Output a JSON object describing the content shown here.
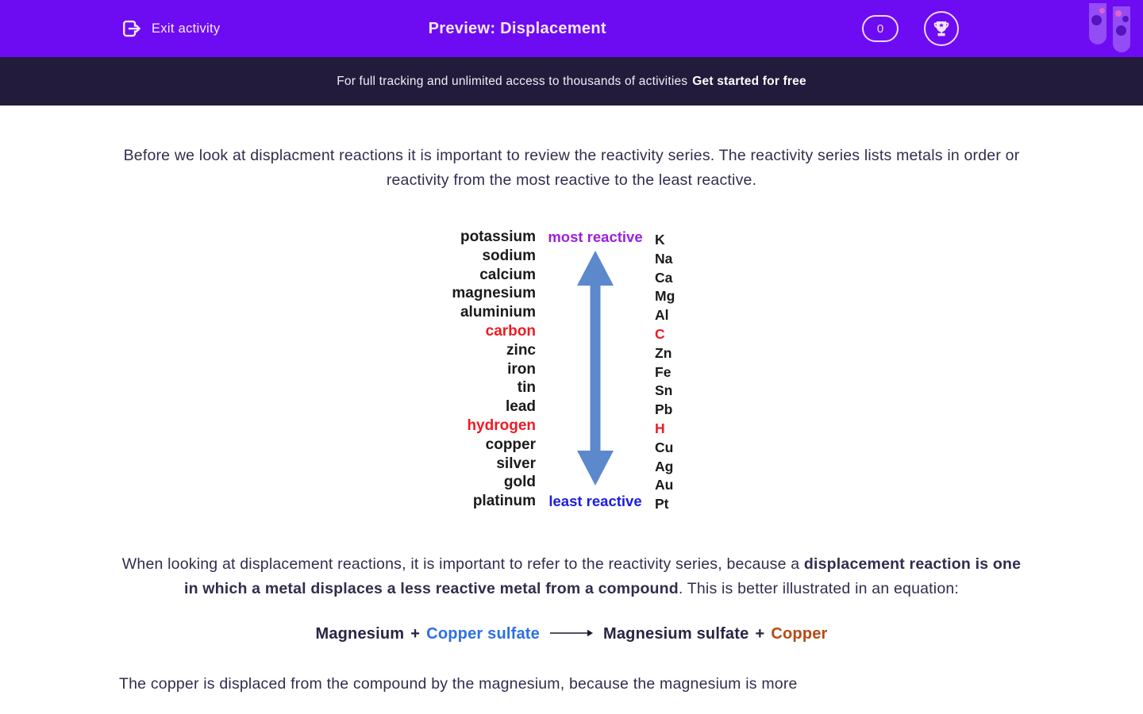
{
  "header": {
    "exit_label": "Exit activity",
    "title": "Preview: Displacement",
    "score": "0"
  },
  "banner": {
    "text": "For full tracking and unlimited access to thousands of activities",
    "cta": "Get started for free"
  },
  "content": {
    "intro": "Before we look at displacment reactions it is important to review the reactivity series. The reactivity series lists metals in order or reactivity from the most reactive to the least reactive.",
    "series": {
      "most_label": "most reactive",
      "least_label": "least reactive",
      "rows": [
        {
          "name": "potassium",
          "symbol": "K",
          "red": false
        },
        {
          "name": "sodium",
          "symbol": "Na",
          "red": false
        },
        {
          "name": "calcium",
          "symbol": "Ca",
          "red": false
        },
        {
          "name": "magnesium",
          "symbol": "Mg",
          "red": false
        },
        {
          "name": "aluminium",
          "symbol": "Al",
          "red": false
        },
        {
          "name": "carbon",
          "symbol": "C",
          "red": true
        },
        {
          "name": "zinc",
          "symbol": "Zn",
          "red": false
        },
        {
          "name": "iron",
          "symbol": "Fe",
          "red": false
        },
        {
          "name": "tin",
          "symbol": "Sn",
          "red": false
        },
        {
          "name": "lead",
          "symbol": "Pb",
          "red": false
        },
        {
          "name": "hydrogen",
          "symbol": "H",
          "red": true
        },
        {
          "name": "copper",
          "symbol": "Cu",
          "red": false
        },
        {
          "name": "silver",
          "symbol": "Ag",
          "red": false
        },
        {
          "name": "gold",
          "symbol": "Au",
          "red": false
        },
        {
          "name": "platinum",
          "symbol": "Pt",
          "red": false
        }
      ]
    },
    "para2": {
      "pre": "When looking at displacement reactions, it is important to refer to the reactivity series, because a",
      "bold": "displacement reaction is one in which a metal displaces a less reactive metal from a compound",
      "post": ". This is better illustrated in an equation:"
    },
    "equation": {
      "m1": "Magnesium",
      "plus": "+",
      "reactant2": "Copper sulfate",
      "m2": "Magnesium sulfate",
      "product2": "Copper"
    },
    "outro": "The copper is displaced from the compound by the magnesium, because the magnesium is more"
  },
  "colors": {
    "header_purple": "#6D0CF2",
    "banner_navy": "#221B3B",
    "body_text": "#332C4E",
    "series_red": "#ED1C24",
    "most_reactive_purple": "#9C20DB",
    "least_reactive_blue": "#1C1CE0",
    "series_arrow_blue": "#5B89CB",
    "equation_blue": "#2E6FE4",
    "equation_orange": "#B54A16"
  }
}
